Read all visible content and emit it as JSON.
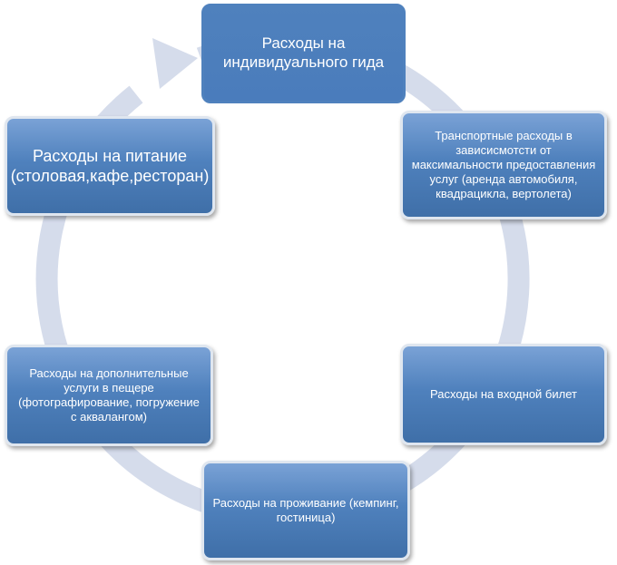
{
  "colors": {
    "box_fill": "#4f81bd",
    "box_border": "#dfe6ef",
    "ring": "#d5dceb",
    "text": "#ffffff"
  },
  "nodes": [
    {
      "id": "guide",
      "text": "Расходы на индивидуального гида"
    },
    {
      "id": "transport",
      "text": "Транспортные расходы в зависисмотсти от максимальности предоставления услуг (аренда автомобиля, квадрацикла, вертолета)"
    },
    {
      "id": "ticket",
      "text": "Расходы на входной билет"
    },
    {
      "id": "lodging",
      "text": "Расходы на проживание (кемпинг, гостиница)"
    },
    {
      "id": "extra",
      "text": "Расходы на дополнительные услуги в пещере (фотографирование, погружение с аквалангом)"
    },
    {
      "id": "food",
      "text": "Расходы на питание (столовая,кафе,ресторан)"
    }
  ]
}
